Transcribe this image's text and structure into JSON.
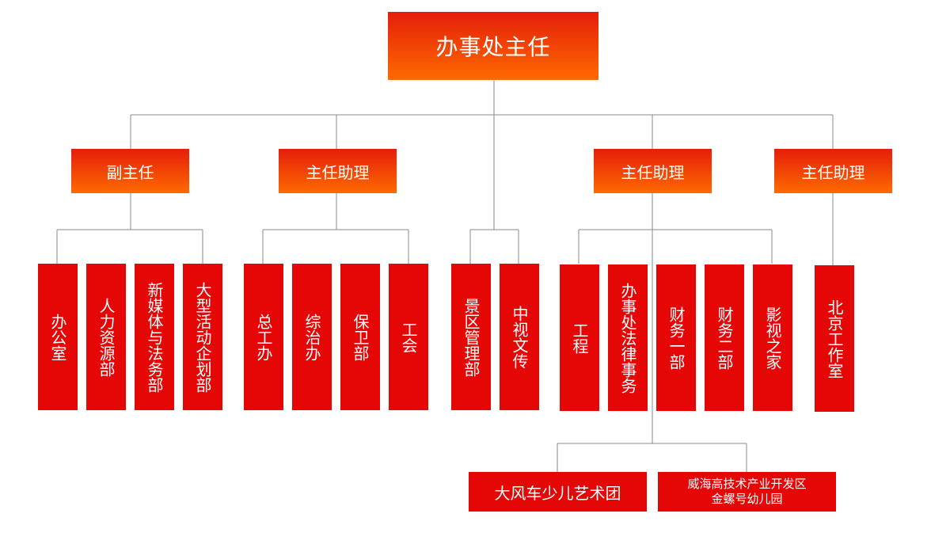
{
  "root": "办事处主任",
  "level1": [
    "副主任",
    "主任助理",
    "主任助理",
    "主任助理"
  ],
  "departments": [
    "办公室",
    "人力资源部",
    "新媒体与法务部",
    "大型活动企划部",
    "总工办",
    "综治办",
    "保卫部",
    "工会",
    "景区管理部",
    "中视文传",
    "工程",
    "办事处法律事务",
    "财务一部",
    "财务二部",
    "影视之家",
    "北京工作室"
  ],
  "units": {
    "windmill": "大风车少儿艺术团",
    "kindergarten_line1": "威海高技术产业开发区",
    "kindergarten_line2": "金螺号幼儿园"
  },
  "colors": {
    "box_red": "#e50606",
    "gradient_top": "#e41e0b",
    "gradient_bottom": "#ff6a00",
    "connector": "#8a8a8a"
  }
}
